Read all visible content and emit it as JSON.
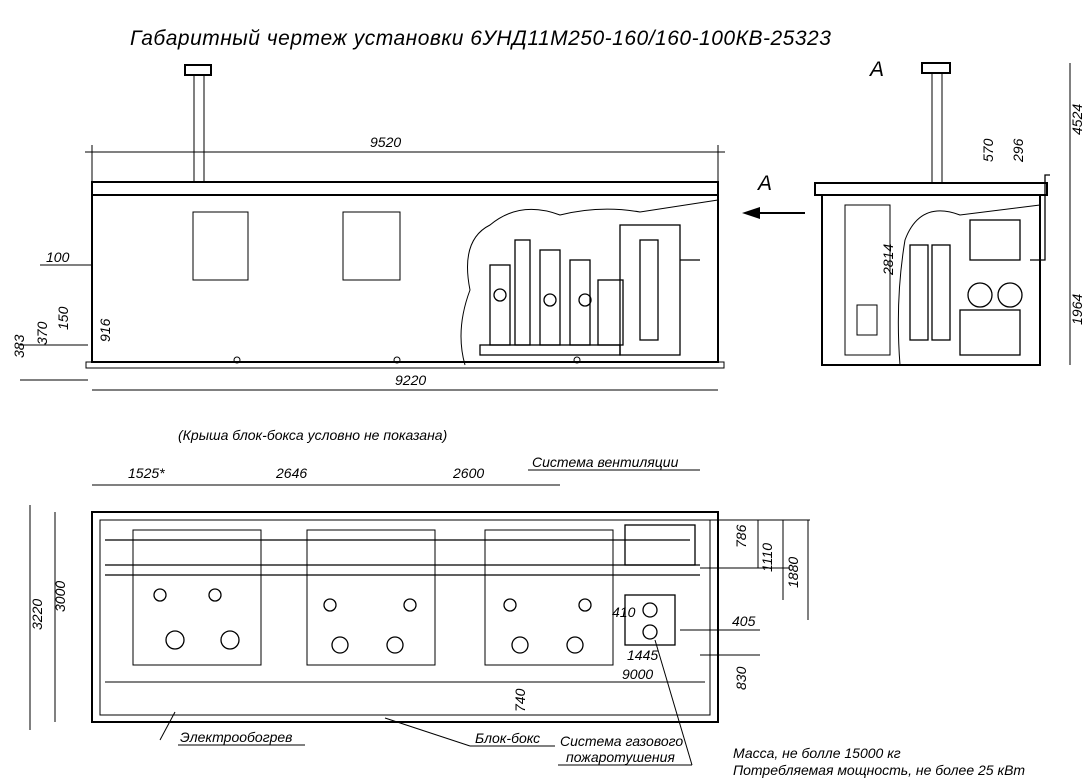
{
  "title": "Габаритный чертеж установки 6УНД11М250-160/160-100КВ-25323",
  "view_label": "A",
  "arrow_label": "A",
  "front_view": {
    "dims": {
      "overall_length": "9520",
      "base_length": "9220",
      "d100": "100",
      "d383": "383",
      "d370": "370",
      "d150": "150",
      "d916": "916"
    }
  },
  "side_view": {
    "dims": {
      "height_total": "4524",
      "d570": "570",
      "d296": "296",
      "d2814": "2814",
      "d1964": "1964"
    }
  },
  "roof_note": "(Крыша блок-бокса условно не показана)",
  "plan_view": {
    "dims": {
      "d1525": "1525*",
      "d2646": "2646",
      "d2600": "2600",
      "d3220": "3220",
      "d3000": "3000",
      "d786": "786",
      "d1110": "1110",
      "d1880": "1880",
      "d405": "405",
      "d410": "410",
      "d1445": "1445",
      "d9000": "9000",
      "d830": "830",
      "d740": "740"
    },
    "labels": {
      "ventilation": "Система вентиляции",
      "heating": "Электрообогрев",
      "block_box": "Блок-бокс",
      "fire_1": "Система газового",
      "fire_2": "пожаротушения"
    }
  },
  "notes": {
    "mass": "Масса, не болле      15000 кг",
    "power": "Потребляемая мощность, не более 25 кВт"
  }
}
